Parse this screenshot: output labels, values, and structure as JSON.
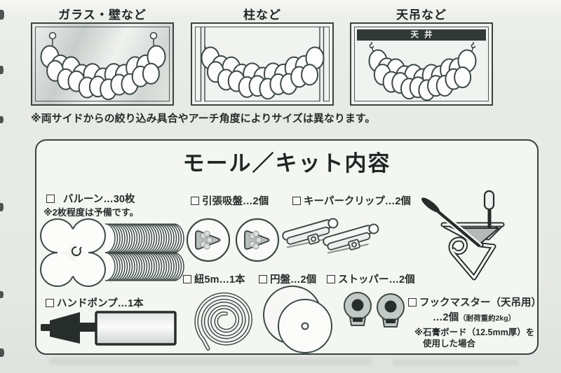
{
  "page": {
    "bg": "#e7e9e5",
    "size_note": "※両サイドからの絞り込み具合やアーチ角度によりサイズは異なります。"
  },
  "examples": {
    "panels": [
      {
        "label": "ガラス・壁など"
      },
      {
        "label": "柱など"
      },
      {
        "label": "天吊など",
        "ceiling_label": "天井"
      }
    ]
  },
  "kit": {
    "title": "モール／キット内容",
    "balloon": {
      "label": "バルーン…30枚",
      "note": "※2枚程度は予備です。"
    },
    "suction": {
      "label": "引張吸盤…2個"
    },
    "clip": {
      "label": "キーパークリップ…2個"
    },
    "string": {
      "label": "紐5m…1本"
    },
    "disc": {
      "label": "円盤…2個"
    },
    "stopper": {
      "label": "ストッパー…2個"
    },
    "pump": {
      "label": "ハンドポンプ…1本"
    },
    "hook": {
      "label": "フックマスター（天吊用）",
      "count": "…2個",
      "count_small": "（耐荷重約2kg）",
      "note_line1": "※石膏ボード（12.5mm厚）を",
      "note_line2": "使用した場合"
    }
  },
  "colors": {
    "ink": "#262d2b",
    "line": "#3e4945",
    "ceiling_bar": "#313a37",
    "box_bg": "#f4f6f2",
    "page_bg": "#e7e9e5",
    "gray_fill": "#b7bebb"
  }
}
